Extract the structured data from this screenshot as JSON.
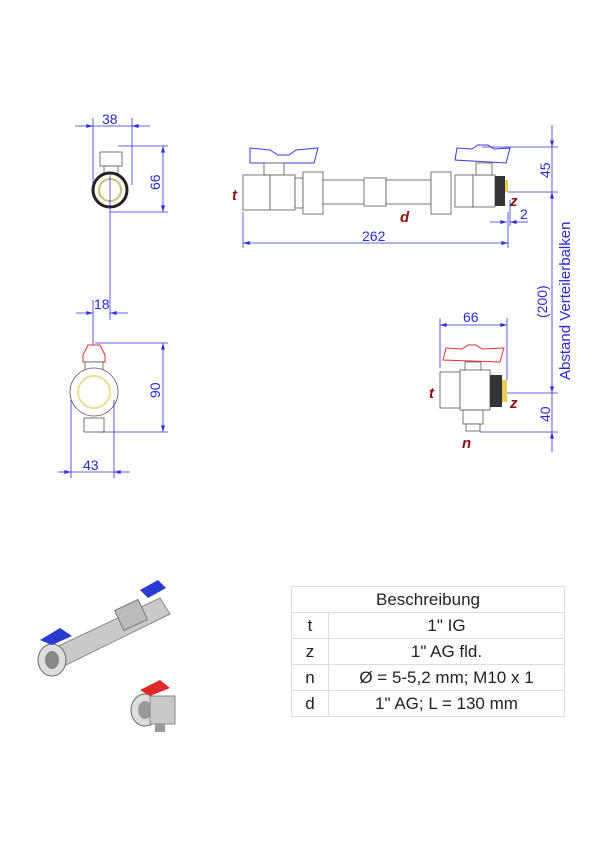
{
  "dimensions": {
    "top_width": "38",
    "top_height": "66",
    "offset": "18",
    "bottom_height": "90",
    "bottom_width": "43",
    "length": "262",
    "handle_height": "45",
    "thread_gap": "2",
    "valve_width": "66",
    "drain_height": "40",
    "distance": "(200)",
    "distance_label": "Abstand Verteilerbalken"
  },
  "labels": {
    "t": "t",
    "z": "z",
    "d": "d",
    "n": "n"
  },
  "colors": {
    "dimension": "#2a2ad0",
    "label": "#8b1010",
    "handle_blue": "#3a3ae0",
    "handle_red": "#e03030"
  },
  "table": {
    "header": "Beschreibung",
    "rows": [
      {
        "key": "t",
        "value": "1\" IG"
      },
      {
        "key": "z",
        "value": "1\" AG fld."
      },
      {
        "key": "n",
        "value": "Ø = 5-5,2 mm; M10 x 1"
      },
      {
        "key": "d",
        "value": "1\" AG; L = 130 mm"
      }
    ]
  }
}
